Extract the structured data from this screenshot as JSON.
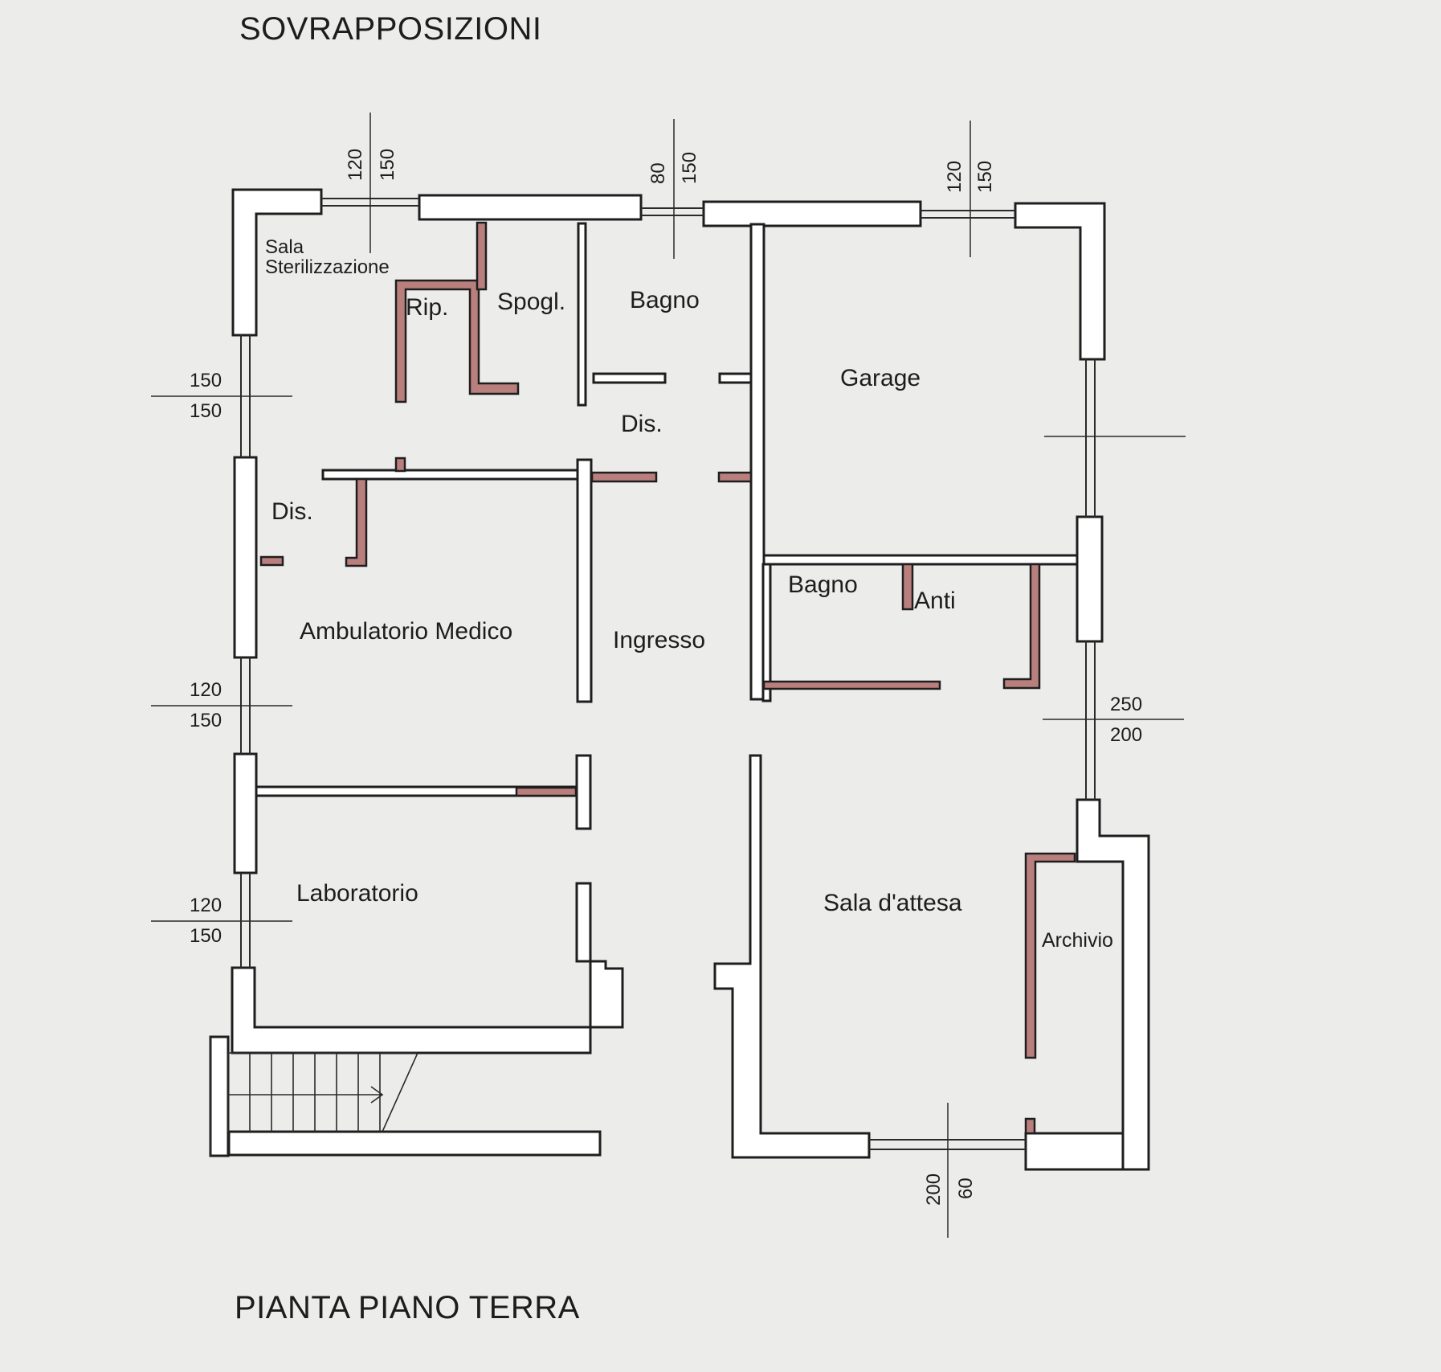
{
  "titles": {
    "top": "SOVRAPPOSIZIONI",
    "bottom": "PIANTA PIANO TERRA"
  },
  "rooms": {
    "sala_sterilizzazione_line1": "Sala",
    "sala_sterilizzazione_line2": "Sterilizzazione",
    "ripostiglio": "Rip.",
    "spogliatoio": "Spogl.",
    "bagno_north": "Bagno",
    "garage": "Garage",
    "disimpegno_center": "Dis.",
    "disimpegno_west": "Dis.",
    "ambulatorio_medico": "Ambulatorio Medico",
    "ingresso": "Ingresso",
    "bagno_south": "Bagno",
    "anti": "Anti",
    "laboratorio": "Laboratorio",
    "sala_attesa": "Sala d'attesa",
    "archivio": "Archivio"
  },
  "dimensions": {
    "top_window_1": [
      "120",
      "150"
    ],
    "top_window_2": [
      "80",
      "150"
    ],
    "top_window_3": [
      "120",
      "150"
    ],
    "west_window_1": [
      "150",
      "150"
    ],
    "west_window_2": [
      "120",
      "150"
    ],
    "west_window_3": [
      "120",
      "150"
    ],
    "east_window": [
      "250",
      "200"
    ],
    "south_door": [
      "200",
      "60"
    ]
  },
  "colors": {
    "background": "#ecedeb",
    "wall": "#1e1e1e",
    "new_wall_fill": "#b97f7d",
    "text": "#1d1d1d"
  }
}
